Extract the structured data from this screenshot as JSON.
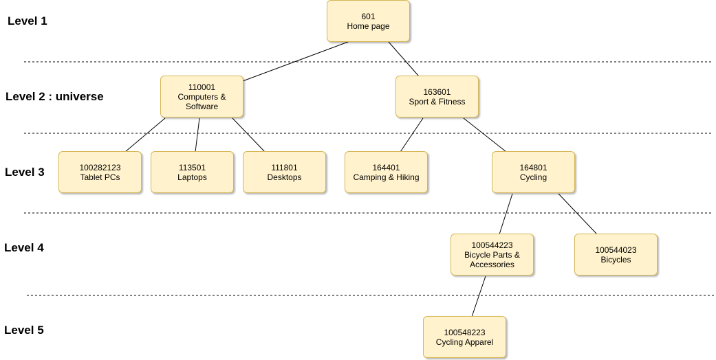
{
  "levels": [
    {
      "label": "Level 1"
    },
    {
      "label": "Level 2 : universe"
    },
    {
      "label": "Level 3"
    },
    {
      "label": "Level 4"
    },
    {
      "label": "Level 5"
    }
  ],
  "nodes": {
    "home": {
      "id": "601",
      "name": "Home page"
    },
    "computers": {
      "id": "110001",
      "name_lines": [
        "Computers &",
        "Software"
      ]
    },
    "sport": {
      "id": "163601",
      "name": "Sport & Fitness"
    },
    "tablets": {
      "id": "100282123",
      "name": "Tablet PCs"
    },
    "laptops": {
      "id": "113501",
      "name": "Laptops"
    },
    "desktops": {
      "id": "111801",
      "name": "Desktops"
    },
    "camping": {
      "id": "164401",
      "name": "Camping & Hiking"
    },
    "cycling": {
      "id": "164801",
      "name": "Cycling"
    },
    "bike_parts": {
      "id": "100544223",
      "name_lines": [
        "Bicycle Parts &",
        "Accessories"
      ]
    },
    "bicycles": {
      "id": "100544023",
      "name": "Bicycles"
    },
    "apparel": {
      "id": "100548223",
      "name": "Cycling Apparel"
    }
  },
  "edges": [
    [
      "home",
      "computers"
    ],
    [
      "home",
      "sport"
    ],
    [
      "computers",
      "tablets"
    ],
    [
      "computers",
      "laptops"
    ],
    [
      "computers",
      "desktops"
    ],
    [
      "sport",
      "camping"
    ],
    [
      "sport",
      "cycling"
    ],
    [
      "cycling",
      "bike_parts"
    ],
    [
      "cycling",
      "bicycles"
    ],
    [
      "bike_parts",
      "apparel"
    ]
  ],
  "colors": {
    "node_fill": "#fff2cc",
    "node_border": "#d6b656",
    "line": "#000000"
  }
}
